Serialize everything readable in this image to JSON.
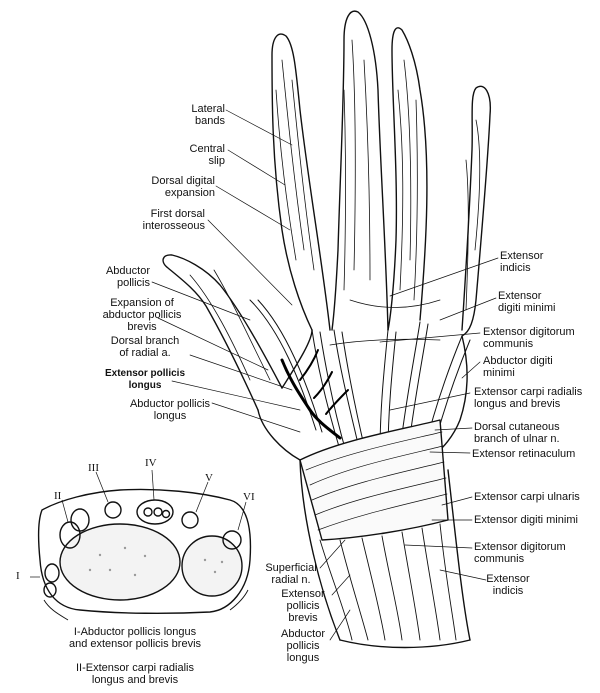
{
  "labels_left": {
    "lateral_bands": "Lateral\nbands",
    "central_slip": "Central\nslip",
    "dorsal_digital_expansion": "Dorsal digital\nexpansion",
    "first_dorsal_interosseous": "First dorsal\ninterosseous",
    "abductor_pollicis": "Abductor\npollicis",
    "expansion_abductor_pollicis_brevis": "Expansion of\nabductor pollicis\nbrevis",
    "dorsal_branch_radial_a": "Dorsal branch\nof radial a.",
    "extensor_pollicis_longus": "Extensor pollicis\nlongus",
    "abductor_pollicis_longus": "Abductor pollicis\nlongus"
  },
  "labels_right": {
    "extensor_indicis_top": "Extensor\nindicis",
    "extensor_digiti_minimi_top": "Extensor\ndigiti minimi",
    "extensor_digitorum_communis_top": "Extensor digitorum\ncommunis",
    "abductor_digiti_minimi": "Abductor digiti\nminimi",
    "extensor_carpi_radialis": "Extensor carpi radialis\nlongus and brevis",
    "dorsal_cutaneous_ulnar": "Dorsal cutaneous\nbranch of ulnar n.",
    "extensor_retinaculum": "Extensor retinaculum",
    "extensor_carpi_ulnaris": "Extensor carpi ulnaris",
    "extensor_digiti_minimi_bottom": "Extensor digiti minimi",
    "extensor_digitorum_communis_bottom": "Extensor digitorum\ncommunis",
    "extensor_indicis_bottom": "Extensor\nindicis"
  },
  "labels_bottom": {
    "superficial_radial_n": "Superficial\nradial n.",
    "extensor_pollicis_brevis": "Extensor\npollicis\nbrevis",
    "abductor_pollicis_longus_bottom": "Abductor\npollicis\nlongus"
  },
  "cross_section": {
    "numerals": [
      "I",
      "II",
      "III",
      "IV",
      "V",
      "VI"
    ],
    "caption_1": "I-Abductor pollicis longus\nand extensor pollicis brevis",
    "caption_2": "II-Extensor carpi radialis\nlongus and brevis"
  }
}
